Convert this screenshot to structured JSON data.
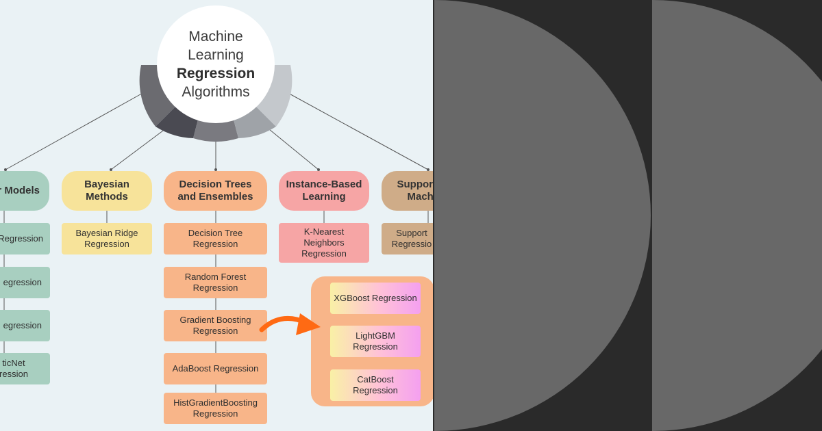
{
  "title": {
    "line1": "Machine",
    "line2": "Learning",
    "line3": "Regression",
    "line4": "Algorithms"
  },
  "categories": [
    {
      "label": "r Models",
      "color": "#a8cfc0"
    },
    {
      "label": "Bayesian Methods",
      "color": "#f7e39a"
    },
    {
      "label": "Decision Trees and Ensembles",
      "color": "#f8b589"
    },
    {
      "label": "Instance-Based Learning",
      "color": "#f6a5a5"
    },
    {
      "label": "Support Machi",
      "color": "#cfac88"
    }
  ],
  "linear_items": [
    "Regression",
    "egression",
    "egression",
    "ticNet ression"
  ],
  "bayesian_items": [
    "Bayesian Ridge Regression"
  ],
  "tree_items": [
    "Decision Tree Regression",
    "Random Forest Regression",
    "Gradient Boosting Regression",
    "AdaBoost Regression",
    "HistGradientBoosting Regression"
  ],
  "instance_items": [
    "K-Nearest Neighbors Regression"
  ],
  "svm_items": [
    "Support Regressio"
  ],
  "boosting_items": [
    "XGBoost Regression",
    "LightGBM Regression",
    "CatBoost Regression"
  ],
  "colors": {
    "background": "#eaf2f5",
    "arrow": "#ff6a13",
    "arc_segments": [
      "#6b6b70",
      "#4a4a52",
      "#7a7a80",
      "#9fa3a8",
      "#c4c8cc"
    ],
    "panel_background": "#2b2b2b",
    "panel_disc": "#686868"
  }
}
